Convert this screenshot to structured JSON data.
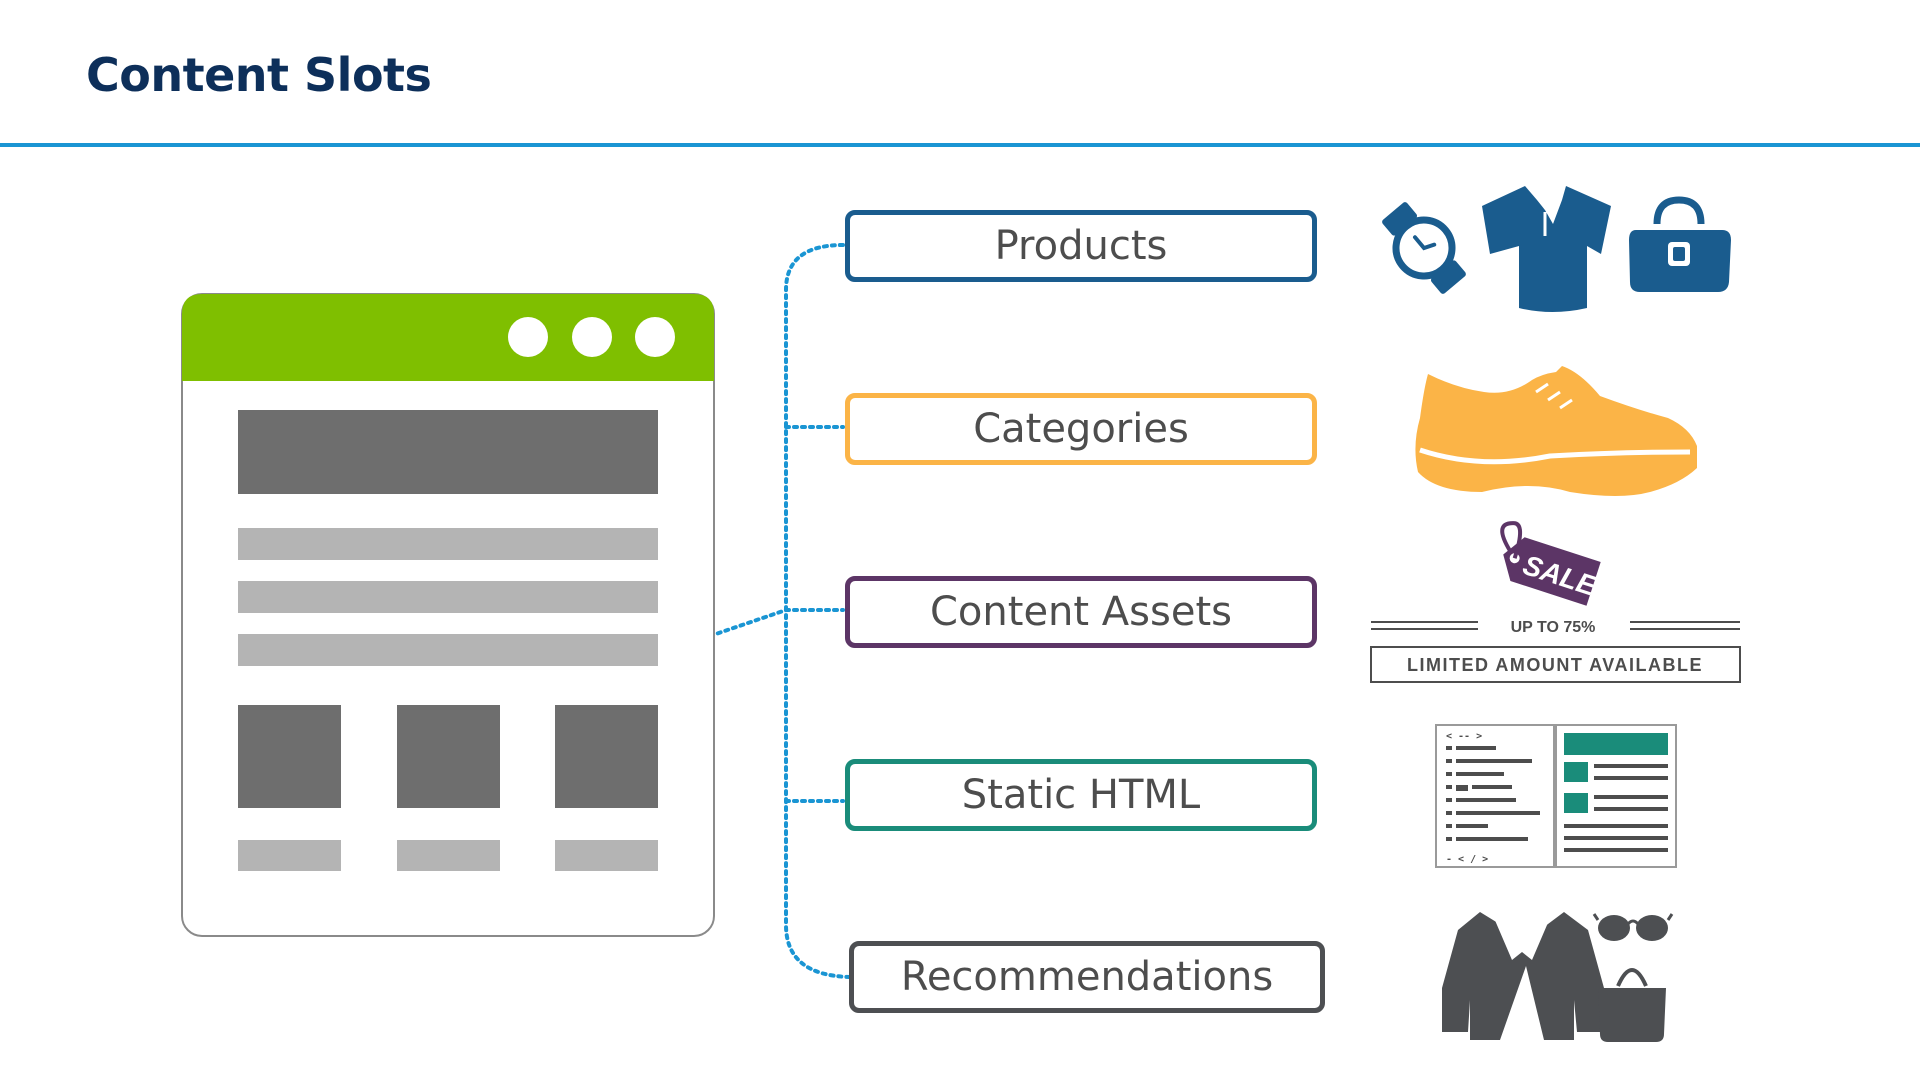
{
  "title": "Content Slots",
  "slots": [
    {
      "label": "Products",
      "color": "#1a5c8e"
    },
    {
      "label": "Categories",
      "color": "#fbb447"
    },
    {
      "label": "Content Assets",
      "color": "#5c3566"
    },
    {
      "label": "Static HTML",
      "color": "#1a8c7a"
    },
    {
      "label": "Recommendations",
      "color": "#4d4f52"
    }
  ],
  "sale_graphic": {
    "tag_text": "SALE",
    "discount_text": "UP TO 75%",
    "banner_text": "LIMITED AMOUNT AVAILABLE"
  },
  "html_graphic": {
    "code_open": "< -- >",
    "code_close": "- < / >"
  },
  "colors": {
    "accent_rule": "#1a95d3",
    "title": "#0d2f5a",
    "browser_bar": "#7fbf00",
    "connector": "#1a95d3",
    "products_icons": "#1a5c8e",
    "categories_icon": "#fbb447",
    "sale_tag": "#5c3566",
    "html_accent": "#1a8c7a",
    "recommendations_icons": "#4d4f52"
  },
  "icons": {
    "products": [
      "watch-icon",
      "polo-shirt-icon",
      "handbag-icon"
    ],
    "categories": [
      "sneaker-icon"
    ],
    "content_assets": [
      "sale-tag-icon"
    ],
    "static_html": [
      "html-code-icon",
      "html-page-icon"
    ],
    "recommendations": [
      "jacket-icon",
      "sunglasses-icon",
      "tote-bag-icon"
    ]
  }
}
